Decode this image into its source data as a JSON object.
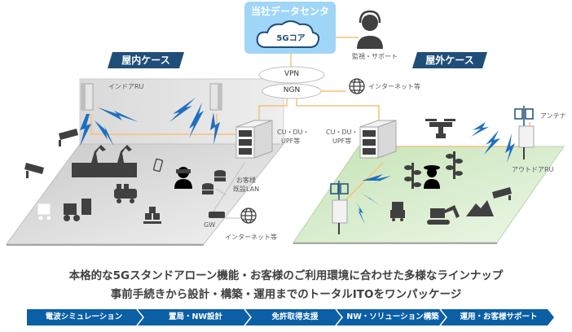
{
  "datacenter": {
    "title": "当社データセンタ",
    "core": "5Gコア"
  },
  "support": {
    "label": "監視・サポート",
    "icon": "operator-headset-icon"
  },
  "network": {
    "vpn": "VPN",
    "ngn": "NGN",
    "internet_label_top": "インターネット等"
  },
  "indoor": {
    "tag": "屋内ケース",
    "ru_label": "インドアRU",
    "cu_label_line1": "CU・DU・",
    "cu_label_line2": "UPF等",
    "lan_label_line1": "お客様",
    "lan_label_line2": "既設LAN",
    "gw_label": "GW",
    "internet_label": "インターネット等"
  },
  "outdoor": {
    "tag": "屋外ケース",
    "antenna_label": "アンテナ",
    "ru_label": "アウトドアRU",
    "cu_label_line1": "CU・DU・",
    "cu_label_line2": "UPF等"
  },
  "headlines": [
    "本格的な5Gスタンドアローン機能・お客様のご利用環境に合わせた多様なラインナップ",
    "事前手続きから設計・構築・運用までのトータルITOをワンパッケージ"
  ],
  "steps": [
    {
      "label": "電波シミュレーション"
    },
    {
      "label": "置局・NW設計"
    },
    {
      "label": "免許取得支援"
    },
    {
      "label": "NW・ソリューション構築"
    },
    {
      "label": "運用・お客様サポート"
    }
  ],
  "colors": {
    "navy": "#1f4e79",
    "step_blue": "#0b5fa5",
    "sky": "#9fd6f7",
    "bolt": "#1f6fbf",
    "link": "#f4c27a",
    "indoor_floor": "#dcdcdc",
    "outdoor_floor": "#d3ebc8",
    "icon_dark": "#404040"
  }
}
